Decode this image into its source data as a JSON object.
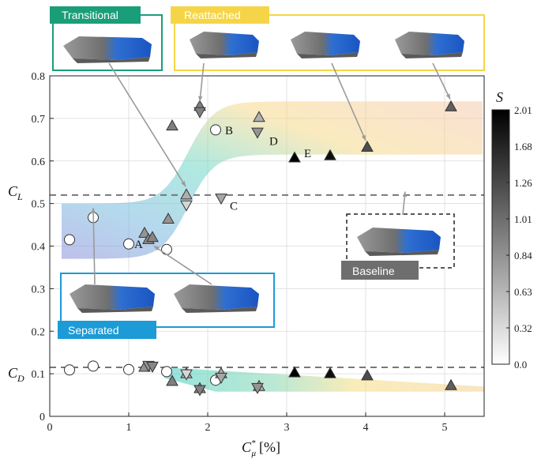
{
  "chart_data": {
    "type": "scatter",
    "xlabel": "C_μ* [%]",
    "ylabel_top": "C_L",
    "ylabel_bottom": "C_D",
    "xlim": [
      0,
      5.5
    ],
    "ylim": [
      0,
      0.8
    ],
    "xticks": [
      "0",
      "1",
      "2",
      "3",
      "4",
      "5"
    ],
    "yticks": [
      "0",
      "0.1",
      "0.2",
      "0.3",
      "0.4",
      "0.5",
      "0.6",
      "0.7",
      "0.8"
    ],
    "grid": true,
    "baseline_cl": 0.52,
    "baseline_cd": 0.115,
    "colorbar": {
      "title": "S",
      "ticks": [
        "0.0",
        "0.32",
        "0.63",
        "0.84",
        "1.01",
        "1.26",
        "1.68",
        "2.01"
      ],
      "range": [
        0,
        2.01
      ]
    },
    "annotations": [
      {
        "text": "A",
        "x": 1.07,
        "y": 0.405
      },
      {
        "text": "B",
        "x": 2.22,
        "y": 0.672
      },
      {
        "text": "C",
        "x": 2.28,
        "y": 0.495
      },
      {
        "text": "D",
        "x": 2.78,
        "y": 0.647
      },
      {
        "text": "E",
        "x": 3.22,
        "y": 0.618
      }
    ],
    "region_labels": {
      "transitional": "Transitional",
      "reattached": "Reattached",
      "separated": "Separated",
      "baseline": "Baseline"
    },
    "colors": {
      "transitional": "#1a9e7a",
      "reattached": "#f5d547",
      "separated": "#1c9bd6",
      "baseline": "#6e6e6e"
    },
    "series": [
      {
        "marker": "circle",
        "x": [
          0.25,
          0.55,
          1.0,
          1.48,
          2.1
        ],
        "y": [
          0.415,
          0.467,
          0.405,
          0.392,
          0.673
        ],
        "s": [
          0.0,
          0.0,
          0.0,
          0.0,
          0.0
        ]
      },
      {
        "marker": "triangle-up",
        "x": [
          1.2,
          1.25,
          1.3,
          1.5,
          1.55,
          1.73,
          1.9,
          2.65,
          3.1,
          3.55,
          4.02,
          5.08
        ],
        "y": [
          0.43,
          0.415,
          0.42,
          0.463,
          0.682,
          0.52,
          0.728,
          0.702,
          0.607,
          0.612,
          0.632,
          0.727
        ],
        "s": [
          0.84,
          0.9,
          0.95,
          0.84,
          1.01,
          0.63,
          1.01,
          0.63,
          2.01,
          1.9,
          1.4,
          1.26
        ]
      },
      {
        "marker": "triangle-down",
        "x": [
          1.73,
          1.9,
          2.17,
          2.63
        ],
        "y": [
          0.497,
          0.716,
          0.513,
          0.668
        ],
        "s": [
          0.32,
          1.0,
          0.7,
          0.84
        ]
      },
      {
        "marker": "circle",
        "x": [
          0.25,
          0.55,
          1.0,
          1.48,
          2.1
        ],
        "y": [
          0.109,
          0.118,
          0.11,
          0.105,
          0.085
        ],
        "s": [
          0.0,
          0.0,
          0.0,
          0.0,
          0.0
        ]
      },
      {
        "marker": "triangle-up",
        "x": [
          1.2,
          1.55,
          1.73,
          1.9,
          2.17,
          2.65,
          3.1,
          3.55,
          4.02,
          5.08
        ],
        "y": [
          0.115,
          0.082,
          0.1,
          0.065,
          0.1,
          0.07,
          0.102,
          0.1,
          0.095,
          0.072
        ],
        "s": [
          0.84,
          1.01,
          0.63,
          0.9,
          0.63,
          0.63,
          2.01,
          1.9,
          1.4,
          1.26
        ]
      },
      {
        "marker": "triangle-down",
        "x": [
          1.25,
          1.3,
          1.73,
          1.9,
          2.17,
          2.63
        ],
        "y": [
          0.12,
          0.118,
          0.1,
          0.063,
          0.092,
          0.068
        ],
        "s": [
          0.84,
          0.95,
          0.32,
          1.0,
          0.7,
          0.84
        ]
      }
    ]
  }
}
